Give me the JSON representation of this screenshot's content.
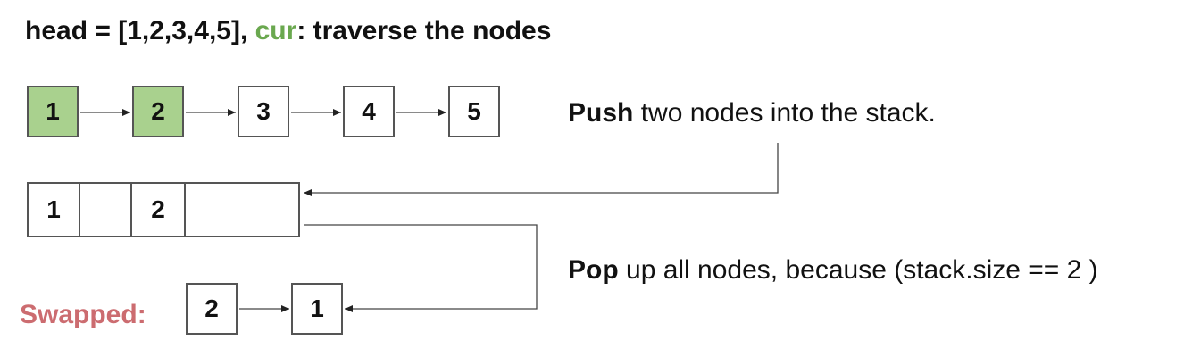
{
  "title": {
    "prefix": "head = [1,2,3,4,5], ",
    "cur_label": "cur",
    "suffix": ": traverse the nodes"
  },
  "list_nodes": [
    {
      "value": "1",
      "highlighted": true
    },
    {
      "value": "2",
      "highlighted": true
    },
    {
      "value": "3",
      "highlighted": false
    },
    {
      "value": "4",
      "highlighted": false
    },
    {
      "value": "5",
      "highlighted": false
    }
  ],
  "stack_cells": [
    "1",
    "",
    "2",
    ""
  ],
  "push_note": {
    "bold": "Push",
    "rest": " two nodes into the stack."
  },
  "pop_note": {
    "bold": "Pop",
    "rest": " up all nodes, because (stack.size == 2 )"
  },
  "swapped_label": "Swapped:",
  "swapped_nodes": [
    "2",
    "1"
  ],
  "colors": {
    "highlight": "#a9d18e",
    "cur_text": "#6aa84f",
    "swapped_text": "#cc6c70",
    "line": "#555555"
  }
}
